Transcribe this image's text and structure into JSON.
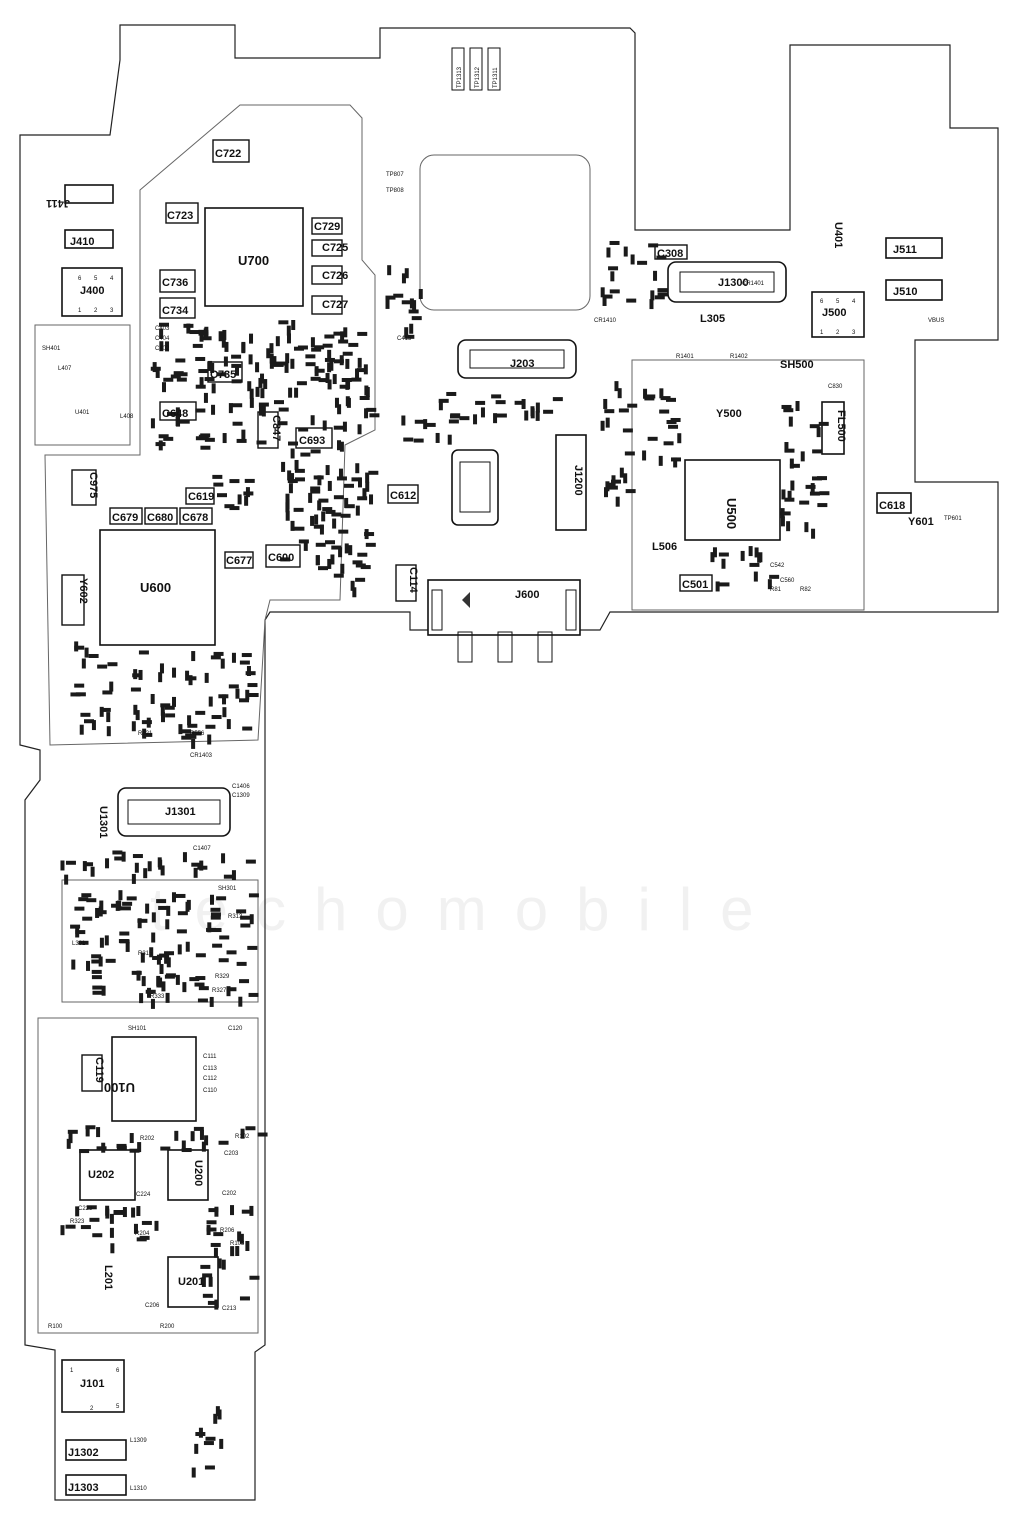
{
  "watermark": "techomobile",
  "outline_labels": [
    "SH500",
    "SH401",
    "SH101",
    "SH301",
    "VBUS"
  ],
  "components": [
    {
      "id": "U700",
      "big": true
    },
    {
      "id": "U600",
      "big": true
    },
    {
      "id": "U500",
      "big": true
    },
    {
      "id": "U100",
      "big": true
    },
    {
      "id": "U202"
    },
    {
      "id": "U201"
    },
    {
      "id": "U200"
    },
    {
      "id": "J600"
    },
    {
      "id": "J203"
    },
    {
      "id": "J1301"
    },
    {
      "id": "J1300"
    },
    {
      "id": "J1200"
    },
    {
      "id": "J511"
    },
    {
      "id": "J510"
    },
    {
      "id": "J500"
    },
    {
      "id": "J400"
    },
    {
      "id": "J411"
    },
    {
      "id": "J410"
    },
    {
      "id": "J101"
    },
    {
      "id": "J1302"
    },
    {
      "id": "J1303"
    },
    {
      "id": "FL500"
    },
    {
      "id": "C722"
    },
    {
      "id": "C723"
    },
    {
      "id": "C736"
    },
    {
      "id": "C734"
    },
    {
      "id": "C735"
    },
    {
      "id": "C648"
    },
    {
      "id": "C693"
    },
    {
      "id": "C847"
    },
    {
      "id": "C618"
    },
    {
      "id": "C600"
    },
    {
      "id": "C677"
    },
    {
      "id": "C679"
    },
    {
      "id": "C680"
    },
    {
      "id": "C678"
    },
    {
      "id": "C619"
    },
    {
      "id": "C975"
    },
    {
      "id": "C612"
    },
    {
      "id": "C114"
    },
    {
      "id": "C119"
    },
    {
      "id": "C308"
    },
    {
      "id": "C501"
    },
    {
      "id": "C729"
    },
    {
      "id": "C725"
    },
    {
      "id": "C726"
    },
    {
      "id": "C727"
    },
    {
      "id": "Y602"
    },
    {
      "id": "Y500"
    },
    {
      "id": "Y601"
    },
    {
      "id": "L305"
    },
    {
      "id": "L506"
    },
    {
      "id": "L201"
    },
    {
      "id": "U401"
    },
    {
      "id": "U1301"
    },
    {
      "id": "U401b"
    },
    {
      "id": "TP601"
    },
    {
      "id": "TP807"
    },
    {
      "id": "TP808"
    }
  ],
  "small_labels": [
    "C403",
    "C404",
    "C402",
    "C415",
    "R102",
    "R103",
    "R100",
    "R200",
    "R202",
    "R204",
    "R206",
    "R313",
    "R315",
    "R323",
    "R327",
    "R329",
    "R333",
    "R821",
    "R556",
    "L301",
    "L407",
    "L408",
    "C120",
    "C111",
    "C112",
    "C113",
    "C110",
    "C203",
    "C202",
    "C206",
    "C213",
    "C223",
    "C224",
    "L1309",
    "L1310",
    "C1406",
    "C1309",
    "CR1403",
    "CR1401",
    "R1402",
    "R1401",
    "C1407",
    "CR1410",
    "C830",
    "C560",
    "C542",
    "R81",
    "R82"
  ],
  "test_points": [
    "TP1313",
    "TP1312",
    "TP1311"
  ],
  "pin_labels": {
    "j400": [
      "6",
      "5",
      "4",
      "1",
      "2",
      "3"
    ],
    "j500": [
      "6",
      "5",
      "4",
      "1",
      "2",
      "3"
    ],
    "j101": [
      "1",
      "6",
      "2",
      "5"
    ]
  }
}
